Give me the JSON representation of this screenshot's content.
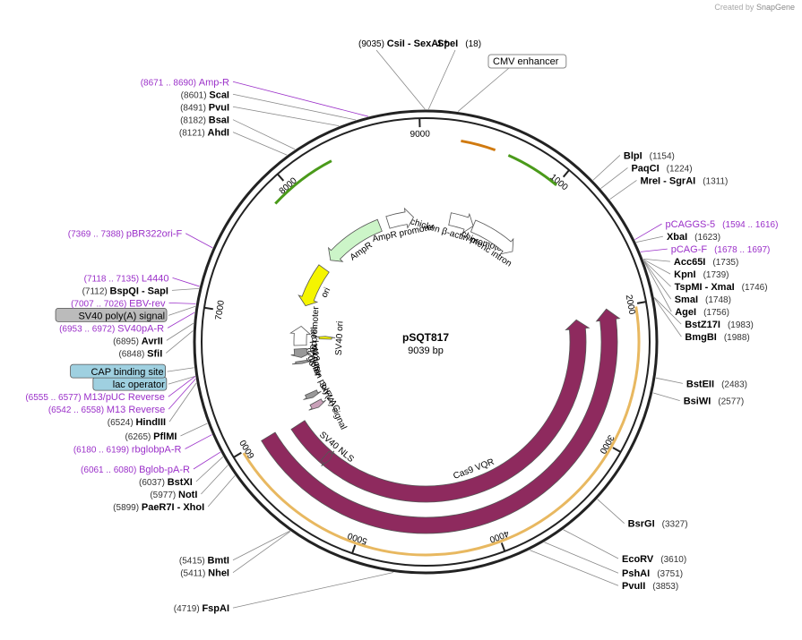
{
  "watermark": {
    "prefix": "Created by",
    "brand": "SnapGene"
  },
  "plasmid": {
    "name": "pSQT817",
    "size_label": "9039 bp",
    "length_bp": 9039
  },
  "colors": {
    "backbone": "#222222",
    "enzyme": "#000000",
    "primer": "#9b30c9",
    "position": "#333333",
    "cas9": "#8e2a5e",
    "ori": "#f5f500",
    "ampr": "#ccf5c8",
    "cmv_enh": "#ffffff",
    "cmv_enh_outline": "#888888",
    "feature_gray": "#999999",
    "cap_fill": "#9fd0e0",
    "lac_op_fill": "#9fd0e0",
    "polyA_fill": "#bbbbbb",
    "primer_green": "#4a9a1a",
    "primer_orange": "#d07a10",
    "sv40_prom": "#ffffff",
    "sv40_nls": "#8e2a5e"
  },
  "ticks": [
    {
      "bp": 1000,
      "label": "1000"
    },
    {
      "bp": 2000,
      "label": "2000"
    },
    {
      "bp": 3000,
      "label": "3000"
    },
    {
      "bp": 4000,
      "label": "4000"
    },
    {
      "bp": 5000,
      "label": "5000"
    },
    {
      "bp": 6000,
      "label": "6000"
    },
    {
      "bp": 7000,
      "label": "7000"
    },
    {
      "bp": 8000,
      "label": "8000"
    },
    {
      "bp": 9000,
      "label": "9000"
    }
  ],
  "sites_right": [
    {
      "name": "BlpI",
      "pos": "(1154)",
      "bp": 1154
    },
    {
      "name": "PaqCI",
      "pos": "(1224)",
      "bp": 1224
    },
    {
      "name": "MreI  - SgrAI",
      "pos": "(1311)",
      "bp": 1311
    },
    {
      "name": "pCAGGS-5",
      "pos": "(1594 .. 1616)",
      "bp": 1605,
      "primer": true
    },
    {
      "name": "XbaI",
      "pos": "(1623)",
      "bp": 1623
    },
    {
      "name": "pCAG-F",
      "pos": "(1678 .. 1697)",
      "bp": 1688,
      "primer": true
    },
    {
      "name": "Acc65I",
      "pos": "(1735)",
      "bp": 1735
    },
    {
      "name": "KpnI",
      "pos": "(1739)",
      "bp": 1739
    },
    {
      "name": "TspMI  - XmaI",
      "pos": "(1746)",
      "bp": 1746
    },
    {
      "name": "SmaI",
      "pos": "(1748)",
      "bp": 1748
    },
    {
      "name": "AgeI",
      "pos": "(1756)",
      "bp": 1756
    },
    {
      "name": "BstZ17I",
      "pos": "(1983)",
      "bp": 1983
    },
    {
      "name": "BmgBI",
      "pos": "(1988)",
      "bp": 1988
    },
    {
      "name": "BstEII",
      "pos": "(2483)",
      "bp": 2483
    },
    {
      "name": "BsiWI",
      "pos": "(2577)",
      "bp": 2577
    },
    {
      "name": "BsrGI",
      "pos": "(3327)",
      "bp": 3327
    },
    {
      "name": "EcoRV",
      "pos": "(3610)",
      "bp": 3610
    },
    {
      "name": "PshAI",
      "pos": "(3751)",
      "bp": 3751
    },
    {
      "name": "PvuII",
      "pos": "(3853)",
      "bp": 3853
    }
  ],
  "sites_left": [
    {
      "name": "FspAI",
      "pos": "(4719)",
      "bp": 4719
    },
    {
      "name": "NheI",
      "pos": "(5411)",
      "bp": 5411
    },
    {
      "name": "BmtI",
      "pos": "(5415)",
      "bp": 5415
    },
    {
      "name": "PaeR7I  - XhoI",
      "pos": "(5899)",
      "bp": 5899
    },
    {
      "name": "NotI",
      "pos": "(5977)",
      "bp": 5977
    },
    {
      "name": "BstXI",
      "pos": "(6037)",
      "bp": 6037
    },
    {
      "name": "Bglob-pA-R",
      "pos": "(6061 .. 6080)",
      "bp": 6070,
      "primer": true
    },
    {
      "name": "rbglobpA-R",
      "pos": "(6180 .. 6199)",
      "bp": 6190,
      "primer": true
    },
    {
      "name": "PflMI",
      "pos": "(6265)",
      "bp": 6265
    },
    {
      "name": "HindIII",
      "pos": "(6524)",
      "bp": 6524
    },
    {
      "name": "M13 Reverse",
      "pos": "(6542 .. 6558)",
      "bp": 6550,
      "primer": true
    },
    {
      "name": "lac operator",
      "pos": "",
      "bp": 6566,
      "box": true
    },
    {
      "name": "M13/pUC Reverse",
      "pos": "(6555 .. 6577)",
      "bp": 6566,
      "primer": true
    },
    {
      "name": "CAP binding site",
      "pos": "",
      "bp": 6620,
      "box": true
    },
    {
      "name": "SfiI",
      "pos": "(6848)",
      "bp": 6848
    },
    {
      "name": "AvrII",
      "pos": "(6895)",
      "bp": 6895
    },
    {
      "name": "SV40pA-R",
      "pos": "(6953 .. 6972)",
      "bp": 6962,
      "primer": true
    },
    {
      "name": "SV40 poly(A) signal",
      "pos": "",
      "bp": 7000,
      "box": true
    },
    {
      "name": "EBV-rev",
      "pos": "(7007 .. 7026)",
      "bp": 7016,
      "primer": true
    },
    {
      "name": "BspQI  - SapI",
      "pos": "(7112)",
      "bp": 7112
    },
    {
      "name": "L4440",
      "pos": "(7118 .. 7135)",
      "bp": 7126,
      "primer": true
    },
    {
      "name": "pBR322ori-F",
      "pos": "(7369 .. 7388)",
      "bp": 7378,
      "primer": true
    },
    {
      "name": "AhdI",
      "pos": "(8121)",
      "bp": 8121
    },
    {
      "name": "BsaI",
      "pos": "(8182)",
      "bp": 8182
    },
    {
      "name": "PvuI",
      "pos": "(8491)",
      "bp": 8491
    },
    {
      "name": "ScaI",
      "pos": "(8601)",
      "bp": 8601
    },
    {
      "name": "Amp-R",
      "pos": "(8671 .. 8690)",
      "bp": 8680,
      "primer": true
    }
  ],
  "sites_top": [
    {
      "name": "CsiI  - SexAI *",
      "pos": "(9035)",
      "bp": 9035
    },
    {
      "name": "SpeI",
      "pos": "(18)",
      "bp": 18
    },
    {
      "name": "CMV enhancer",
      "pos": "",
      "bp": 200,
      "box": true
    }
  ],
  "features": [
    {
      "name": "Cas9",
      "start": 2000,
      "end": 6000,
      "strand": -1,
      "track": 2
    },
    {
      "name": "Cas9 VQR",
      "start": 2050,
      "end": 5950,
      "strand": -1,
      "track": 3
    },
    {
      "name": "SV40 NLS",
      "start": 5500,
      "end": 5560,
      "strand": -1,
      "track": 3
    },
    {
      "name": "3xFLAG",
      "start": 5990,
      "end": 6060,
      "strand": -1,
      "track": 4
    },
    {
      "name": "β-globin poly(A) signal",
      "start": 6120,
      "end": 6180,
      "strand": -1,
      "track": 4
    },
    {
      "name": "chicken β-actin promoter",
      "start": 280,
      "end": 560,
      "strand": 1,
      "track": 4
    },
    {
      "name": "chimeric intron",
      "start": 560,
      "end": 1100,
      "strand": 1,
      "track": 4
    },
    {
      "name": "AmpR promoter",
      "start": 8600,
      "end": 8900,
      "strand": 1,
      "track": 4
    },
    {
      "name": "AmpR",
      "start": 7800,
      "end": 8500,
      "strand": -1,
      "track": 4
    },
    {
      "name": "ori",
      "start": 7200,
      "end": 7680,
      "strand": -1,
      "track": 4
    },
    {
      "name": "SV40 promoter",
      "start": 6740,
      "end": 6960,
      "strand": 1,
      "track": 4
    },
    {
      "name": "SV40 ori",
      "start": 6820,
      "end": 6860,
      "strand": 1,
      "track": 5
    },
    {
      "name": "lac promoter",
      "start": 6600,
      "end": 6700,
      "strand": -1,
      "track": 4
    },
    {
      "name": "M13 rev",
      "start": 6530,
      "end": 6560,
      "strand": -1,
      "track": 4
    }
  ]
}
